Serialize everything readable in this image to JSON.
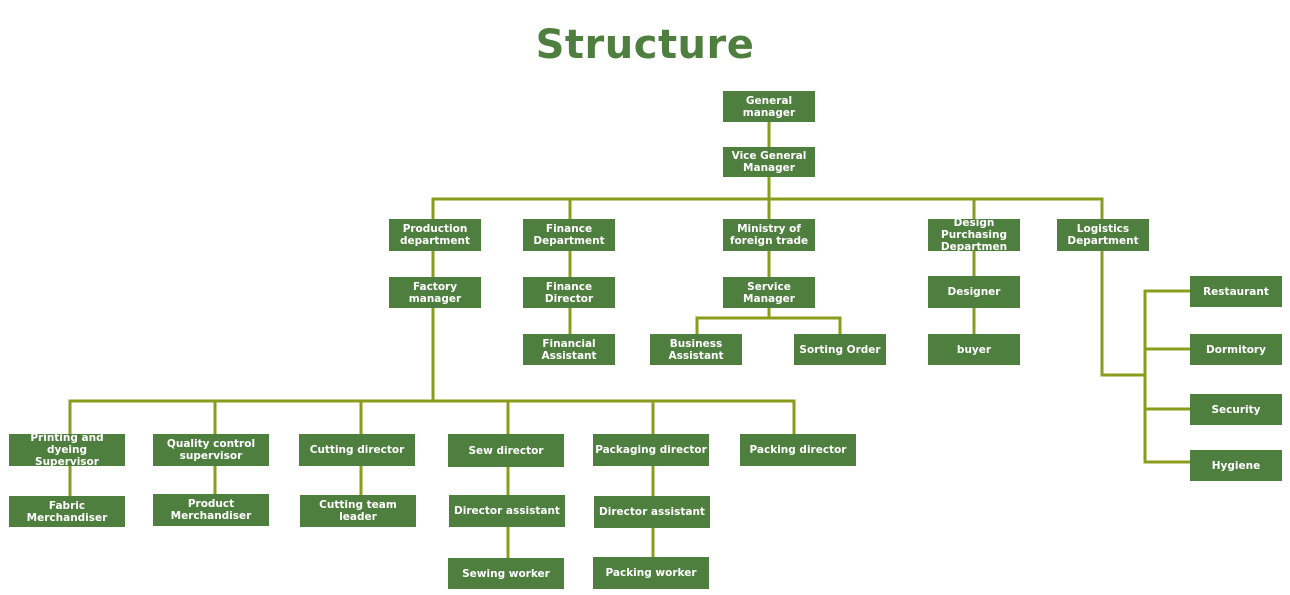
{
  "title": "Structure",
  "colors": {
    "box": "#4f7f3f",
    "line": "#8a9c1c",
    "title": "#4f7f3f"
  },
  "nodes": {
    "general_manager": "General manager",
    "vice_general_manager": "Vice General\nManager",
    "production_department": "Production\ndepartment",
    "finance_department": "Finance\nDepartment",
    "ministry_foreign_trade": "Ministry of\nforeign trade",
    "design_purchasing": "Design Purchasing\nDepartmen",
    "logistics_department": "Logistics\nDepartment",
    "factory_manager": "Factory manager",
    "finance_director": "Finance Director",
    "financial_assistant": "Financial Assistant",
    "service_manager": "Service Manager",
    "business_assistant": "Business Assistant",
    "sorting_order": "Sorting Order",
    "designer": "Designer",
    "buyer": "buyer",
    "restaurant": "Restaurant",
    "dormitory": "Dormitory",
    "security": "Security",
    "hygiene": "Hygiene",
    "printing_dyeing_supervisor": "Printing and dyeing\nSupervisor",
    "quality_control_supervisor": "Quality control\nsupervisor",
    "cutting_director": "Cutting director",
    "sew_director": "Sew director",
    "packaging_director": "Packaging director",
    "packing_director": "Packing director",
    "fabric_merchandiser": "Fabric Merchandiser",
    "product_merchandiser": "Product Merchandiser",
    "cutting_team_leader": "Cutting team leader",
    "director_assistant_sew": "Director assistant",
    "director_assistant_packaging": "Director assistant",
    "sewing_worker": "Sewing worker",
    "packing_worker": "Packing worker"
  }
}
